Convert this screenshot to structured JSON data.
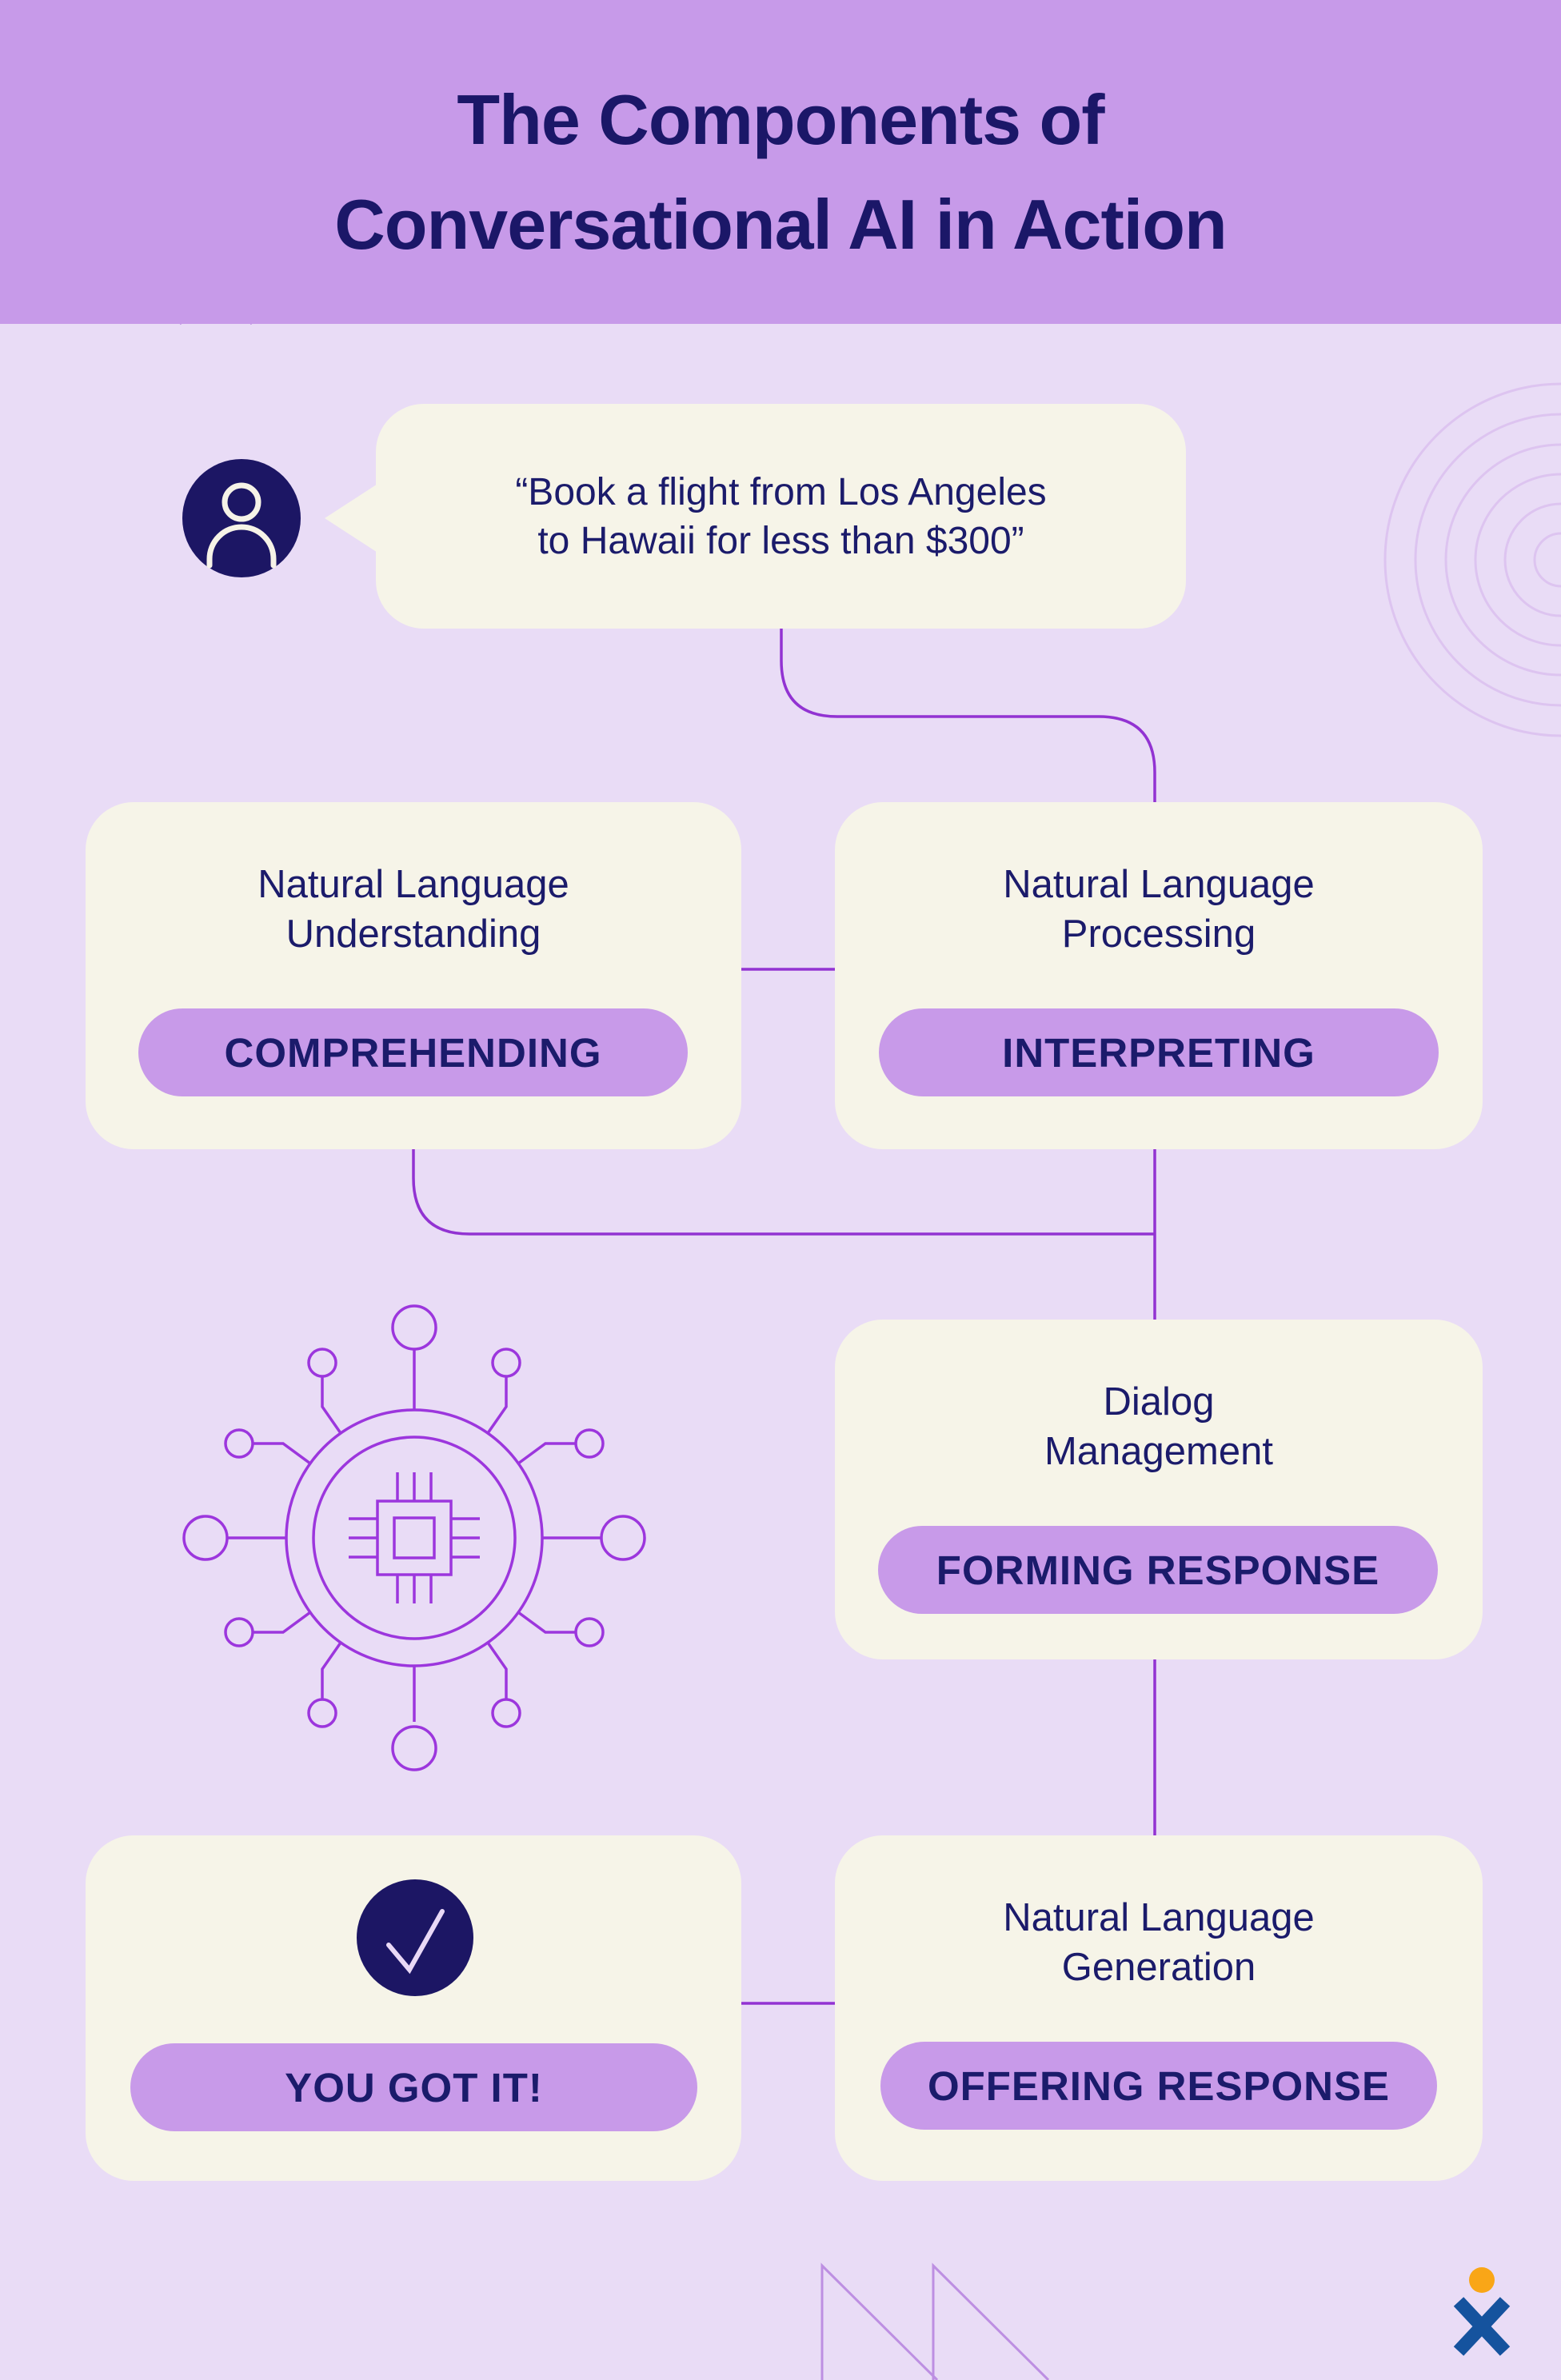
{
  "header": {
    "title": [
      "The Components of",
      "Conversational AI in Action"
    ]
  },
  "bubble": {
    "lines": [
      "“Book a flight from Los Angeles",
      "to Hawaii for less than $300”"
    ]
  },
  "cards": {
    "nlu": {
      "title": [
        "Natural Language",
        "Understanding"
      ],
      "pill": "COMPREHENDING"
    },
    "nlp": {
      "title": [
        "Natural Language",
        "Processing"
      ],
      "pill": "INTERPRETING"
    },
    "dm": {
      "title": [
        "Dialog",
        "Management"
      ],
      "pill": "FORMING RESPONSE"
    },
    "nlg": {
      "title": [
        "Natural Language",
        "Generation"
      ],
      "pill": "OFFERING RESPONSE"
    },
    "ygi": {
      "pill": "YOU GOT IT!"
    }
  },
  "icons": {
    "user": "user-icon",
    "check": "check-icon",
    "chip": "chip-network-icon",
    "logo": "brand-x-logo"
  },
  "colors": {
    "header_bg": "#c79ae9",
    "page_bg": "#e9dcf6",
    "card_bg": "#f6f4e8",
    "pill_bg": "#c89ae9",
    "text_navy": "#1b1b6b",
    "title_navy": "#1b1768",
    "connector_purple": "#9233d2",
    "chip_purple": "#9c36dd",
    "deco_purple": "#b27fdd",
    "deco_circles_light": "#ddc4f0",
    "deco_triangles": "#bd8fe2",
    "avatar_navy": "#1c1664",
    "check_stroke": "#e9d9f6",
    "logo_blue": "#15539e",
    "logo_orange": "#f9a617"
  }
}
